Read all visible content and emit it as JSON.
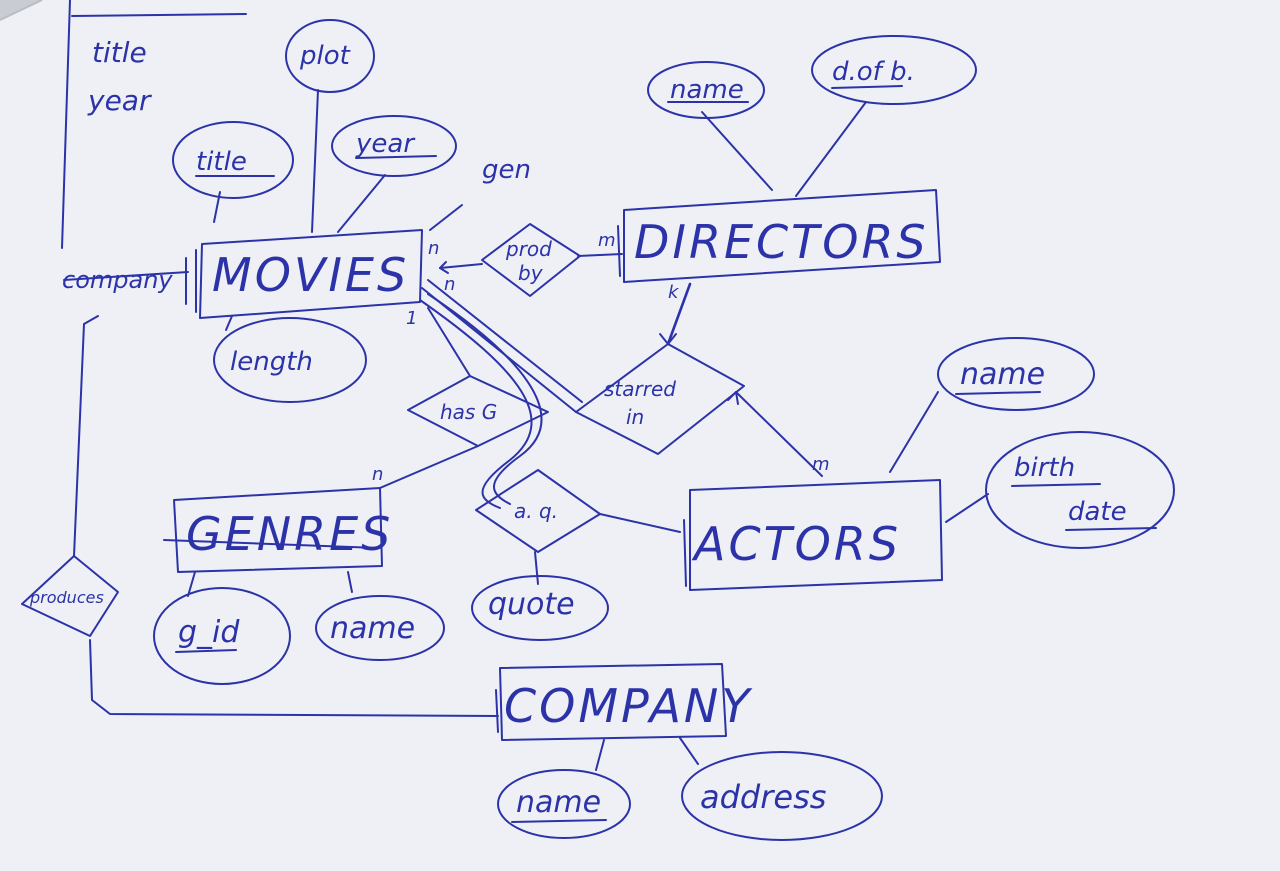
{
  "notes": {
    "items": [
      "title",
      "year"
    ]
  },
  "entities": {
    "movies": "MOVIES",
    "directors": "DIRECTORS",
    "genres": "GENRES",
    "actors": "ACTORS",
    "company": "COMPANY"
  },
  "relationships": {
    "prod_by_line1": "prod",
    "prod_by_line2": "by",
    "starred_in_line1": "starred",
    "starred_in_line2": "in",
    "has_g": "has G",
    "a_q": "a. q.",
    "produces": "produces"
  },
  "attributes": {
    "movies_title": "title",
    "movies_plot": "plot",
    "movies_year": "year",
    "movies_gen": "gen",
    "movies_length": "length",
    "movies_company": "company",
    "directors_name": "name",
    "directors_dob": "d.of b.",
    "actors_name": "name",
    "actors_birth_date_line1": "birth",
    "actors_birth_date_line2": "date",
    "genres_gid": "g_id",
    "genres_name": "name",
    "aq_quote": "quote",
    "company_name": "name",
    "company_address": "address"
  },
  "cardinalities": {
    "movies_prod_n1": "n",
    "movies_prod_n2": "n",
    "directors_prod_m": "m",
    "movies_starred_1": "1",
    "directors_starred": "k",
    "actors_starred_m": "m",
    "genres_has_n": "n"
  },
  "colors": {
    "ink": "#2c33a8",
    "paper": "#eef0f5",
    "background": "#c9ccd3"
  }
}
